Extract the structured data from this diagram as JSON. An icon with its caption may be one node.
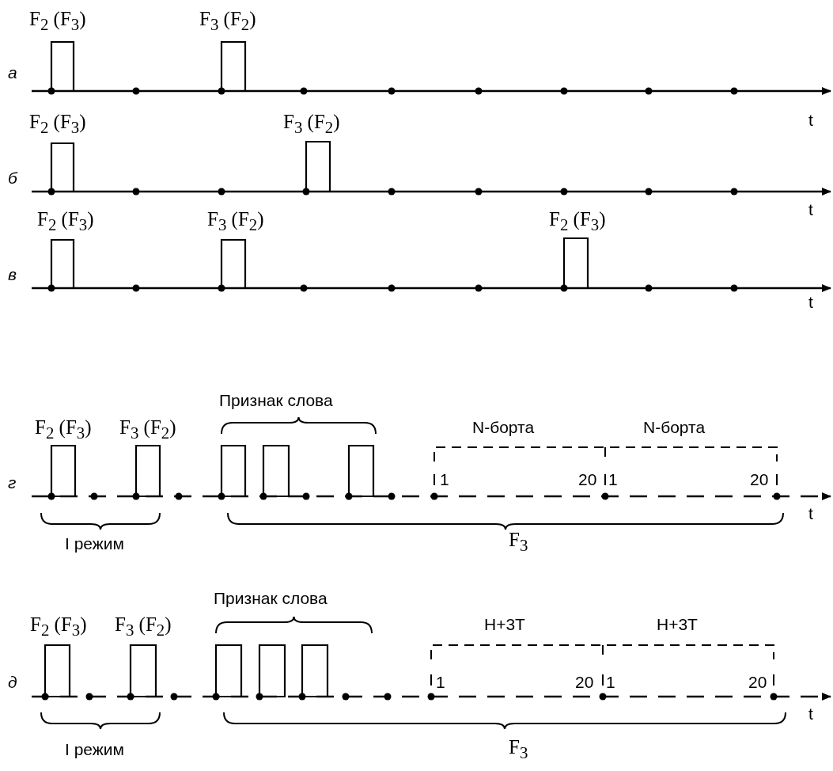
{
  "diagram": {
    "labels": [
      "F$_{2}$ (F$_{3}$)",
      "F$_{3}$ (F$_{2}$)",
      "а",
      "t",
      "F$_{2}$ (F$_{3}$)",
      "F$_{3}$ (F$_{2}$)",
      "б",
      "t",
      "F$_{2}$ (F$_{3}$)",
      "F$_{3}$ (F$_{2}$)",
      "F$_{2}$ (F$_{3}$)",
      "в",
      "t",
      "Признак слова",
      "F$_{2}$ (F$_{3}$)",
      "F$_{3}$ (F$_{2}$)",
      "N-борта",
      "N-борта",
      "г",
      "1",
      "20",
      "1",
      "20",
      "t",
      "I режим",
      "F$_{3}$",
      "Признак слова",
      "F$_{2}$ (F$_{3}$)",
      "F$_{3}$ (F$_{2}$)",
      "Н+3Т",
      "Н+3Т",
      "д",
      "1",
      "20",
      "1",
      "20",
      "t",
      "I режим",
      "F$_{3}$"
    ]
  }
}
